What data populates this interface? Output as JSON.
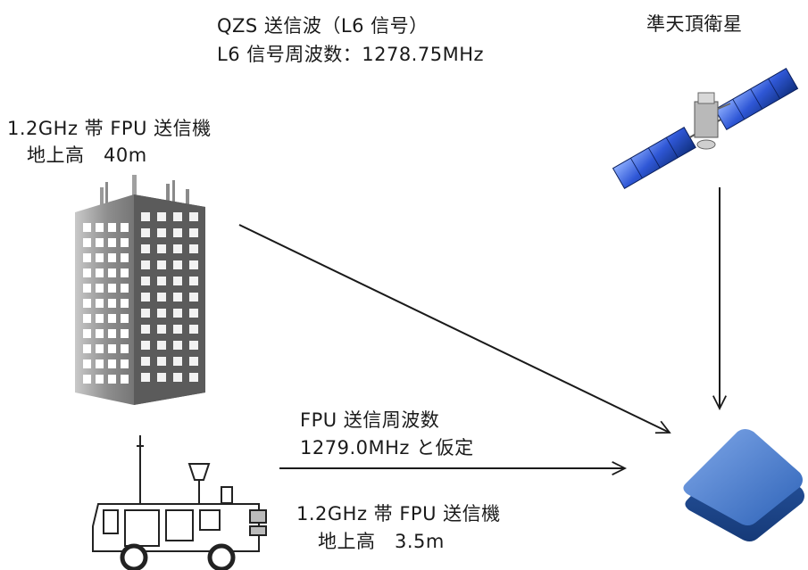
{
  "signal": {
    "line1": "QZS 送信波（L6 信号）",
    "line2": "L6 信号周波数：1278.75MHz"
  },
  "satellite": {
    "label": "準天頂衛星",
    "icon": "satellite-icon"
  },
  "building_tx": {
    "line1": "1.2GHz 帯 FPU 送信機",
    "line2": "地上高　40m",
    "icon": "building-icon"
  },
  "fpu_freq": {
    "line1": "FPU 送信周波数",
    "line2": "1279.0MHz と仮定"
  },
  "vehicle_tx": {
    "line1": "1.2GHz 帯 FPU 送信機",
    "line2": "地上高　3.5m",
    "icon": "broadcast-van-icon"
  },
  "receiver": {
    "icon": "gnss-receiver-icon"
  }
}
